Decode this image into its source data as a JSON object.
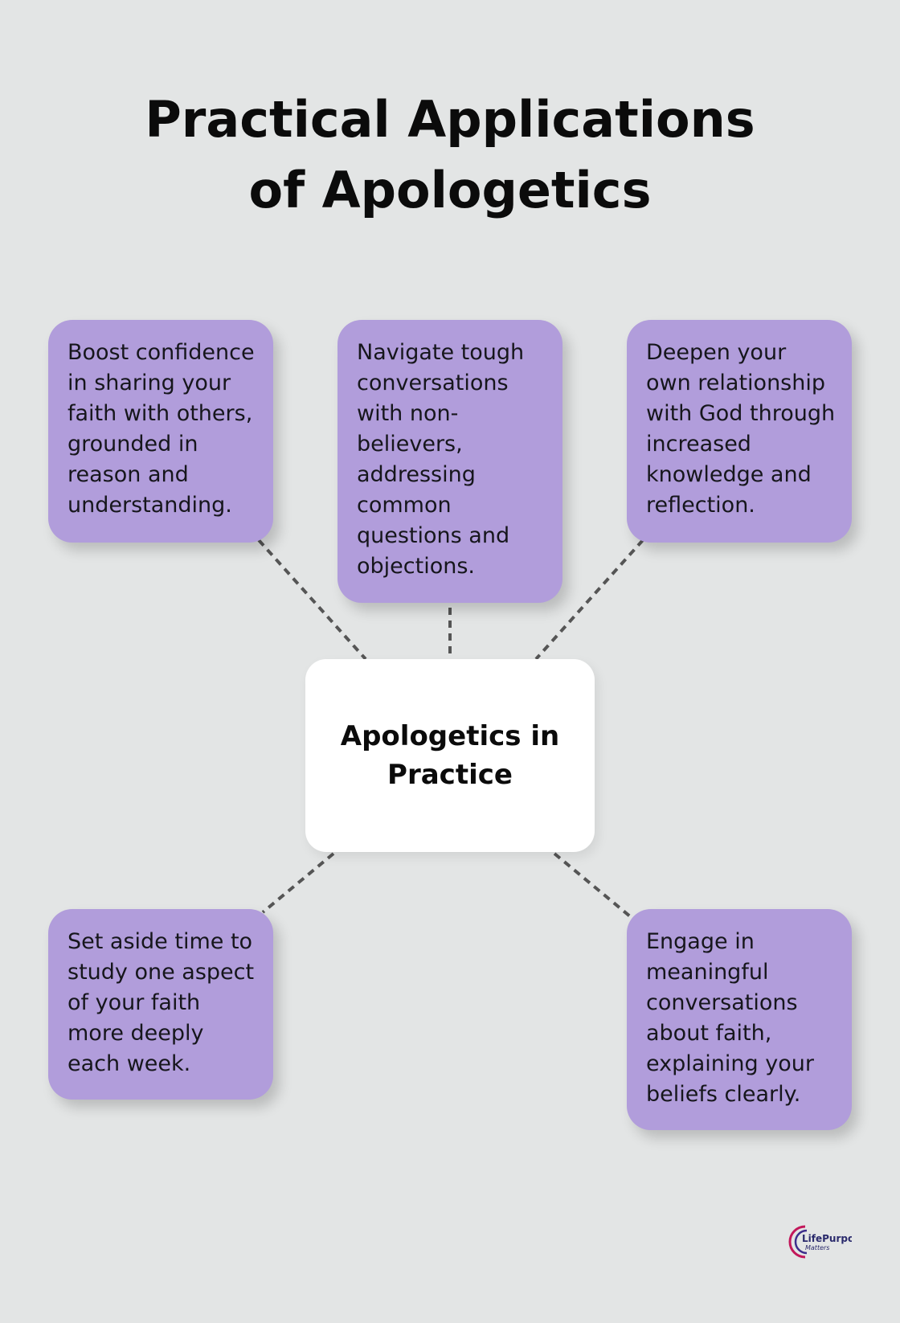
{
  "title": "Practical Applications of Apologetics",
  "center": {
    "label": "Apologetics in Practice"
  },
  "nodes": [
    {
      "text": "Boost confidence in sharing your faith with others, grounded in reason and understanding."
    },
    {
      "text": "Navigate tough conversations with non-believers, addressing common questions and objections."
    },
    {
      "text": "Deepen your own relationship with God through increased knowledge and reflection."
    },
    {
      "text": "Set aside time to study one aspect of your faith more deeply each week."
    },
    {
      "text": "Engage in meaningful conversations about faith, explaining your beliefs clearly."
    }
  ],
  "logo": {
    "name": "life-purpose-matters-logo",
    "text_line1": "LifePurpose",
    "text_line2": "Matters"
  },
  "colors": {
    "background": "#e3e5e5",
    "card": "#b19ddb",
    "center_card": "#ffffff",
    "connector": "#555555",
    "text": "#0b0b0b"
  }
}
